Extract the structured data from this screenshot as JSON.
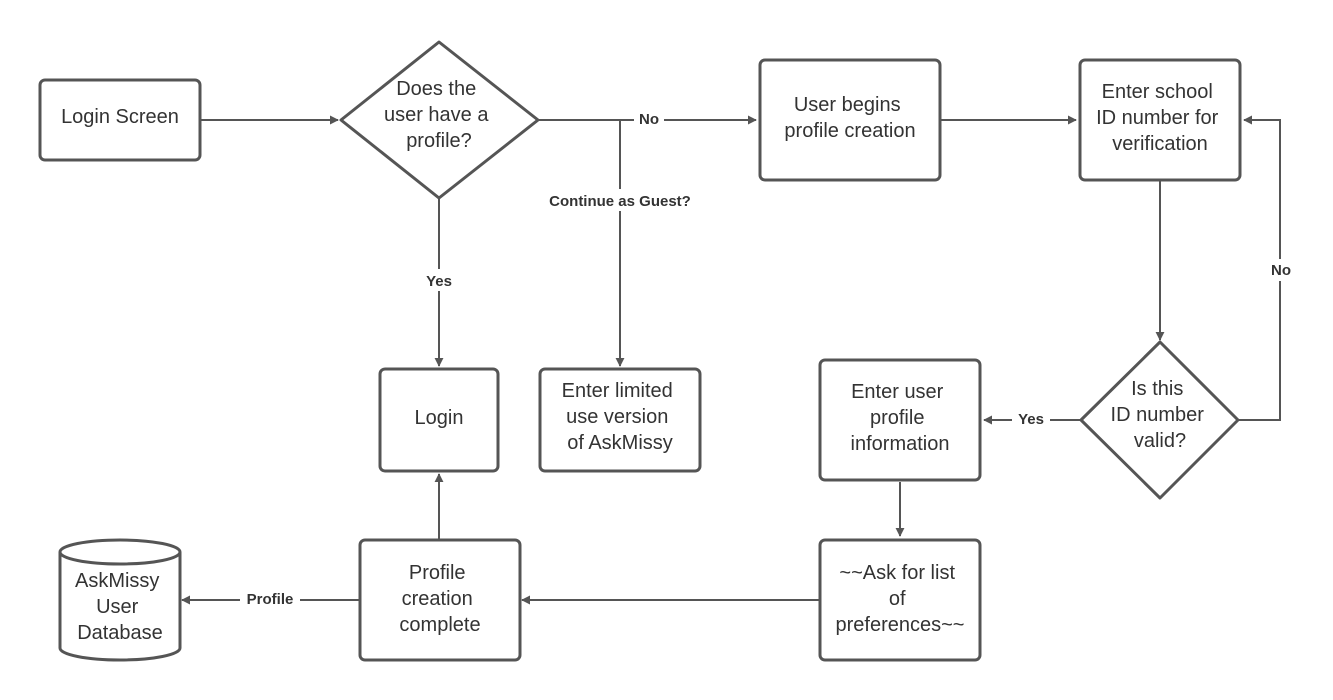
{
  "nodes": {
    "login_screen": [
      "Login Screen"
    ],
    "has_profile": [
      "Does the",
      "user have a",
      "profile?"
    ],
    "begin_profile": [
      "User begins",
      "profile creation"
    ],
    "enter_school_id": [
      "Enter school",
      "ID number for",
      "verification"
    ],
    "login": [
      "Login"
    ],
    "limited_use": [
      "Enter limited",
      "use version",
      "of AskMissy"
    ],
    "enter_profile_info": [
      "Enter user",
      "profile",
      "information"
    ],
    "id_valid": [
      "Is this",
      "ID number",
      "valid?"
    ],
    "database": [
      "AskMissy",
      "User",
      "Database"
    ],
    "profile_complete": [
      "Profile",
      "creation",
      "complete"
    ],
    "ask_preferences": [
      "~~Ask for list",
      "of",
      "preferences~~"
    ]
  },
  "edges": {
    "no_profile": "No",
    "continue_guest": "Continue as Guest?",
    "yes_profile": "Yes",
    "id_invalid": "No",
    "id_valid_yes": "Yes",
    "profile_to_db": "Profile"
  }
}
